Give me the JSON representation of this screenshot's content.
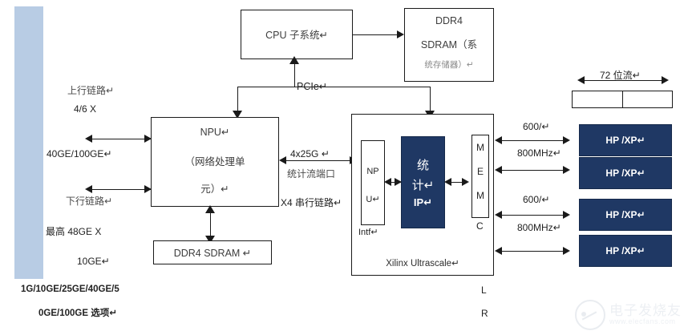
{
  "diagram": {
    "title": "NPU + Xilinx Ultrascale FPGA statistics offload block diagram",
    "colors": {
      "navy": "#1f3864",
      "left_bar": "#b8cce4",
      "line": "#1a1a1a",
      "text": "#4a4a4a"
    }
  },
  "blocks": {
    "cpu": {
      "label": "CPU 子系统↵"
    },
    "ddr4_sys": {
      "line1": "DDR4",
      "line2": "SDRAM（系",
      "line3": "统存储器）↵"
    },
    "npu": {
      "line1": "NPU↵",
      "line2": "（网络处理单",
      "line3": "元）↵"
    },
    "npu_ddr4": {
      "label": "DDR4 SDRAM ↵"
    },
    "fpga": {
      "label": "Xilinx Ultrascale↵"
    },
    "npu_intf": {
      "line1": "NP",
      "line2": "U↵",
      "caption": "Intf↵"
    },
    "stat_ip": {
      "line1": "统",
      "line2": "计↵",
      "line3": "IP↵"
    },
    "memc": {
      "letters": [
        "M",
        "E",
        "M",
        "C"
      ]
    },
    "memories": [
      {
        "label": "HP /XP↵"
      },
      {
        "label": "HP /XP↵"
      },
      {
        "label": "HP /XP↵"
      },
      {
        "label": "HP /XP↵"
      }
    ]
  },
  "labels": {
    "uplink_title": "上行链路↵",
    "uplink_rate_1": "4/6 X",
    "uplink_rate_2": "40GE/100GE↵",
    "downlink_title": "下行链路↵",
    "downlink_rate_1": "最高 48GE X",
    "downlink_rate_2": "10GE↵",
    "options_line1": "1G/10GE/25GE/40GE/5",
    "options_line2": "0GE/100GE 选项↵",
    "pcie": "PCIe↵",
    "link_4x25g": "4x25G ↵",
    "stat_port": "统计流端口",
    "serial_link": "X4 串行链路↵",
    "bus_72bit": "72 位流↵",
    "mem_clk_1a": "600/↵",
    "mem_clk_1b": "800MHz↵",
    "mem_clk_2a": "600/↵",
    "mem_clk_2b": "800MHz↵",
    "letter_l": "L",
    "letter_r": "R"
  },
  "watermark": {
    "cn": "电子发烧友",
    "en": "www.elecfans.com"
  }
}
